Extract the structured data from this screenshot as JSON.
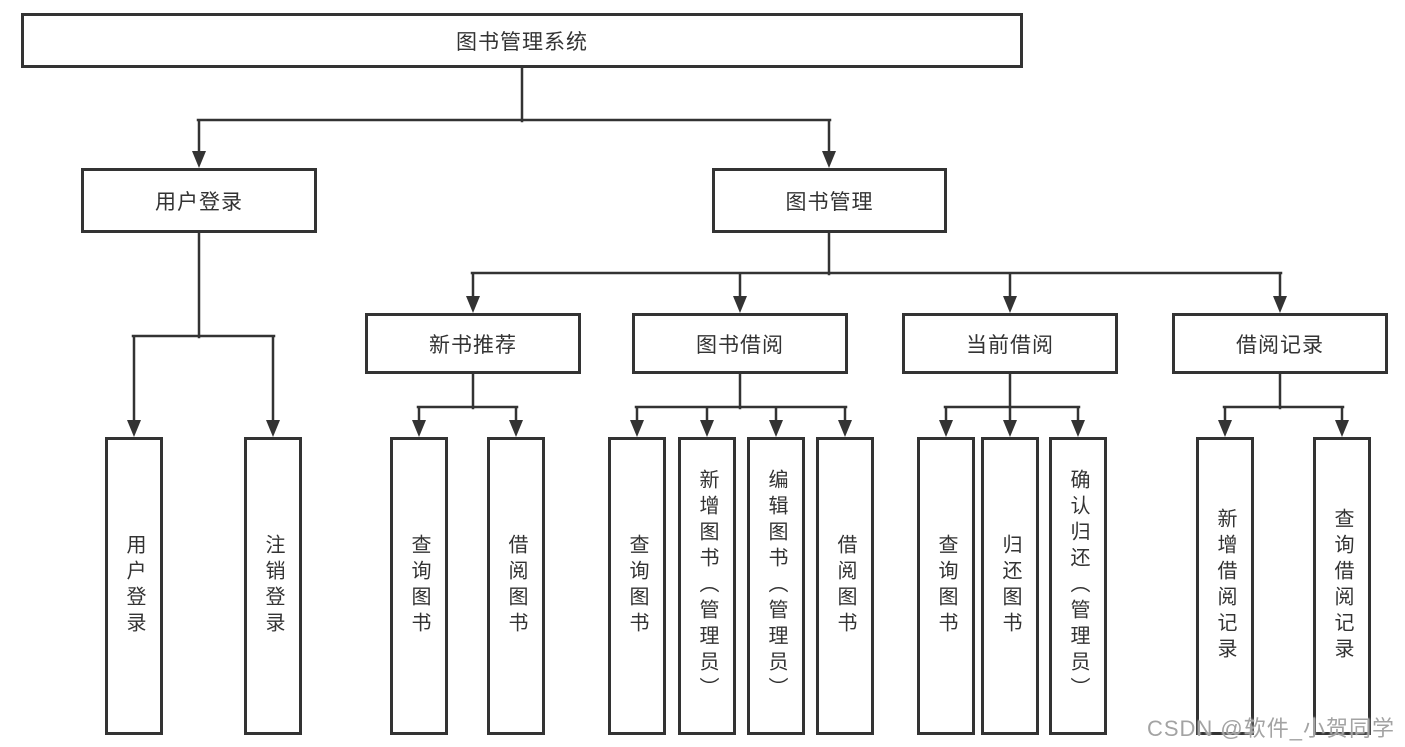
{
  "diagram": {
    "title": "图书管理系统",
    "nodes": {
      "root": {
        "label": "图书管理系统"
      },
      "user_login": {
        "label": "用户登录"
      },
      "book_mgmt": {
        "label": "图书管理"
      },
      "new_book_rec": {
        "label": "新书推荐"
      },
      "book_borrow": {
        "label": "图书借阅"
      },
      "current_borrow": {
        "label": "当前借阅"
      },
      "borrow_record": {
        "label": "借阅记录"
      },
      "user_login_children": [
        {
          "label": "用户登录"
        },
        {
          "label": "注销登录"
        }
      ],
      "new_book_rec_children": [
        {
          "label": "查询图书"
        },
        {
          "label": "借阅图书"
        }
      ],
      "book_borrow_children": [
        {
          "label": "查询图书"
        },
        {
          "label": "新增图书（管理员）"
        },
        {
          "label": "编辑图书（管理员）"
        },
        {
          "label": "借阅图书"
        }
      ],
      "current_borrow_children": [
        {
          "label": "查询图书"
        },
        {
          "label": "归还图书"
        },
        {
          "label": "确认归还（管理员）"
        }
      ],
      "borrow_record_children": [
        {
          "label": "新增借阅记录"
        },
        {
          "label": "查询借阅记录"
        }
      ]
    },
    "watermark": "CSDN @软件_小贺同学",
    "colors": {
      "line": "#333333",
      "text": "#333333",
      "background": "#ffffff",
      "watermark": "#a3a3a3"
    }
  }
}
